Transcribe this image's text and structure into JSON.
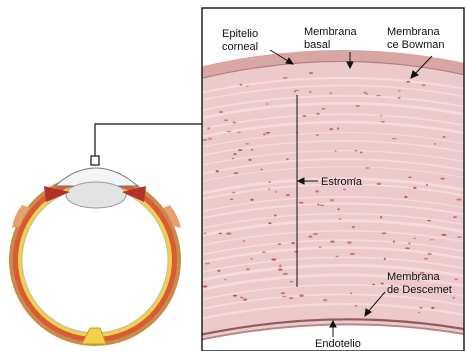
{
  "labels": {
    "epitelio_line1": "Epitelio",
    "epitelio_line2": "corneal",
    "membrana_basal_line1": "Membrana",
    "membrana_basal_line2": "basal",
    "bowman_line1": "Membrana",
    "bowman_line2": "ce Bowman",
    "estroma": "Estroma",
    "descemet_line1": "Membrana",
    "descemet_line2": "de Descemet",
    "endotelio": "Endotelio"
  },
  "colors": {
    "stroma": "#ecc9cb",
    "stroma_streak": "#f6dfe0",
    "stroma_cell": "#b5524f",
    "epithelium": "#d9a7a3",
    "sclera_red": "#d95a34",
    "retina_yellow": "#efd23a",
    "lens": "#e3e3e3",
    "frame": "#222222"
  }
}
